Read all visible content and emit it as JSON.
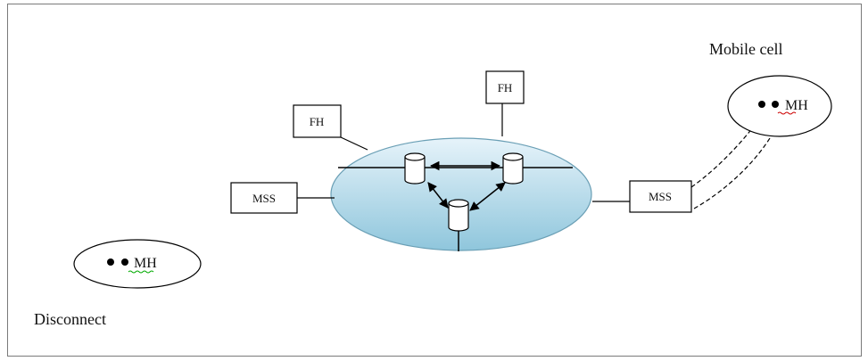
{
  "diagram": {
    "labels": {
      "mobile_cell": "Mobile cell",
      "disconnect": "Disconnect"
    },
    "fixed_hosts": [
      "FH",
      "FH"
    ],
    "support_stations": [
      "MSS",
      "MSS"
    ],
    "mobile_hosts": [
      "MH",
      "MH"
    ],
    "colors": {
      "network_fill_top": "#e6f3fa",
      "network_fill_bottom": "#8fc6dc",
      "network_stroke": "#6a9fb5",
      "line": "#000000"
    }
  }
}
